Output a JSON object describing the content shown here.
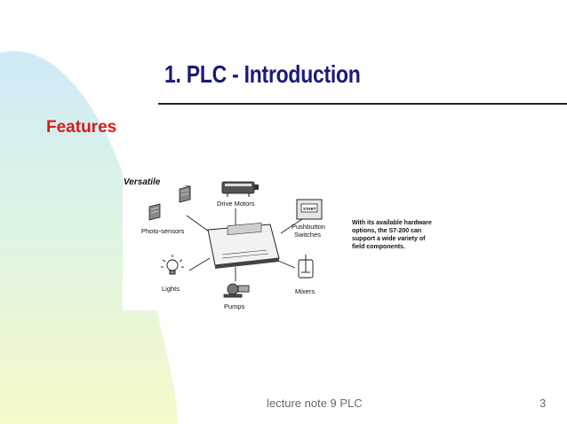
{
  "slide": {
    "title": "1. PLC - Introduction",
    "heading": "Features",
    "footer": "lecture note 9 PLC",
    "page_number": "3"
  },
  "figure": {
    "label": "Versatile",
    "devices": {
      "drive_motors": "Drive Motors",
      "photo_sensors": "Photo-sensors",
      "pushbutton_line1": "Pushbutton",
      "pushbutton_line2": "Switches",
      "start_button": "START",
      "lights": "Lights",
      "mixers": "Mixers",
      "pumps": "Pumps"
    },
    "caption_lines": [
      "With its available hardware",
      "options, the S7-200 can",
      "support a wide variety of",
      "field components."
    ]
  },
  "colors": {
    "title": "#1a1a7a",
    "heading": "#d81b1b",
    "footer": "#6a6a6a"
  }
}
